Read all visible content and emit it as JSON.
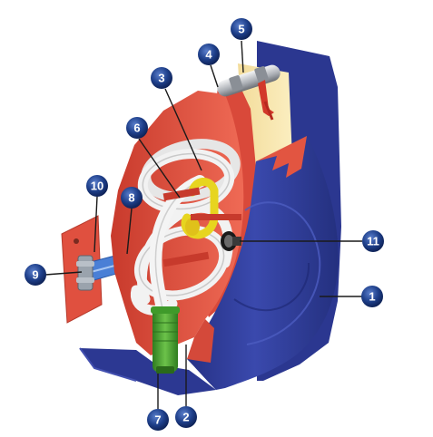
{
  "callouts": {
    "c1": "1",
    "c2": "2",
    "c3": "3",
    "c4": "4",
    "c5": "5",
    "c6": "6",
    "c7": "7",
    "c8": "8",
    "c9": "9",
    "c10": "10",
    "c11": "11"
  },
  "colors": {
    "housing": "#2f3c9a",
    "reel_side": "#e25541",
    "hose": "#eeeeee",
    "nozzle": "#4fa534",
    "handle": "#e7d51f",
    "callout_bubble": "#1e3f8a",
    "leader_line": "#1a1a1a",
    "roller": "#cfd2d6"
  }
}
